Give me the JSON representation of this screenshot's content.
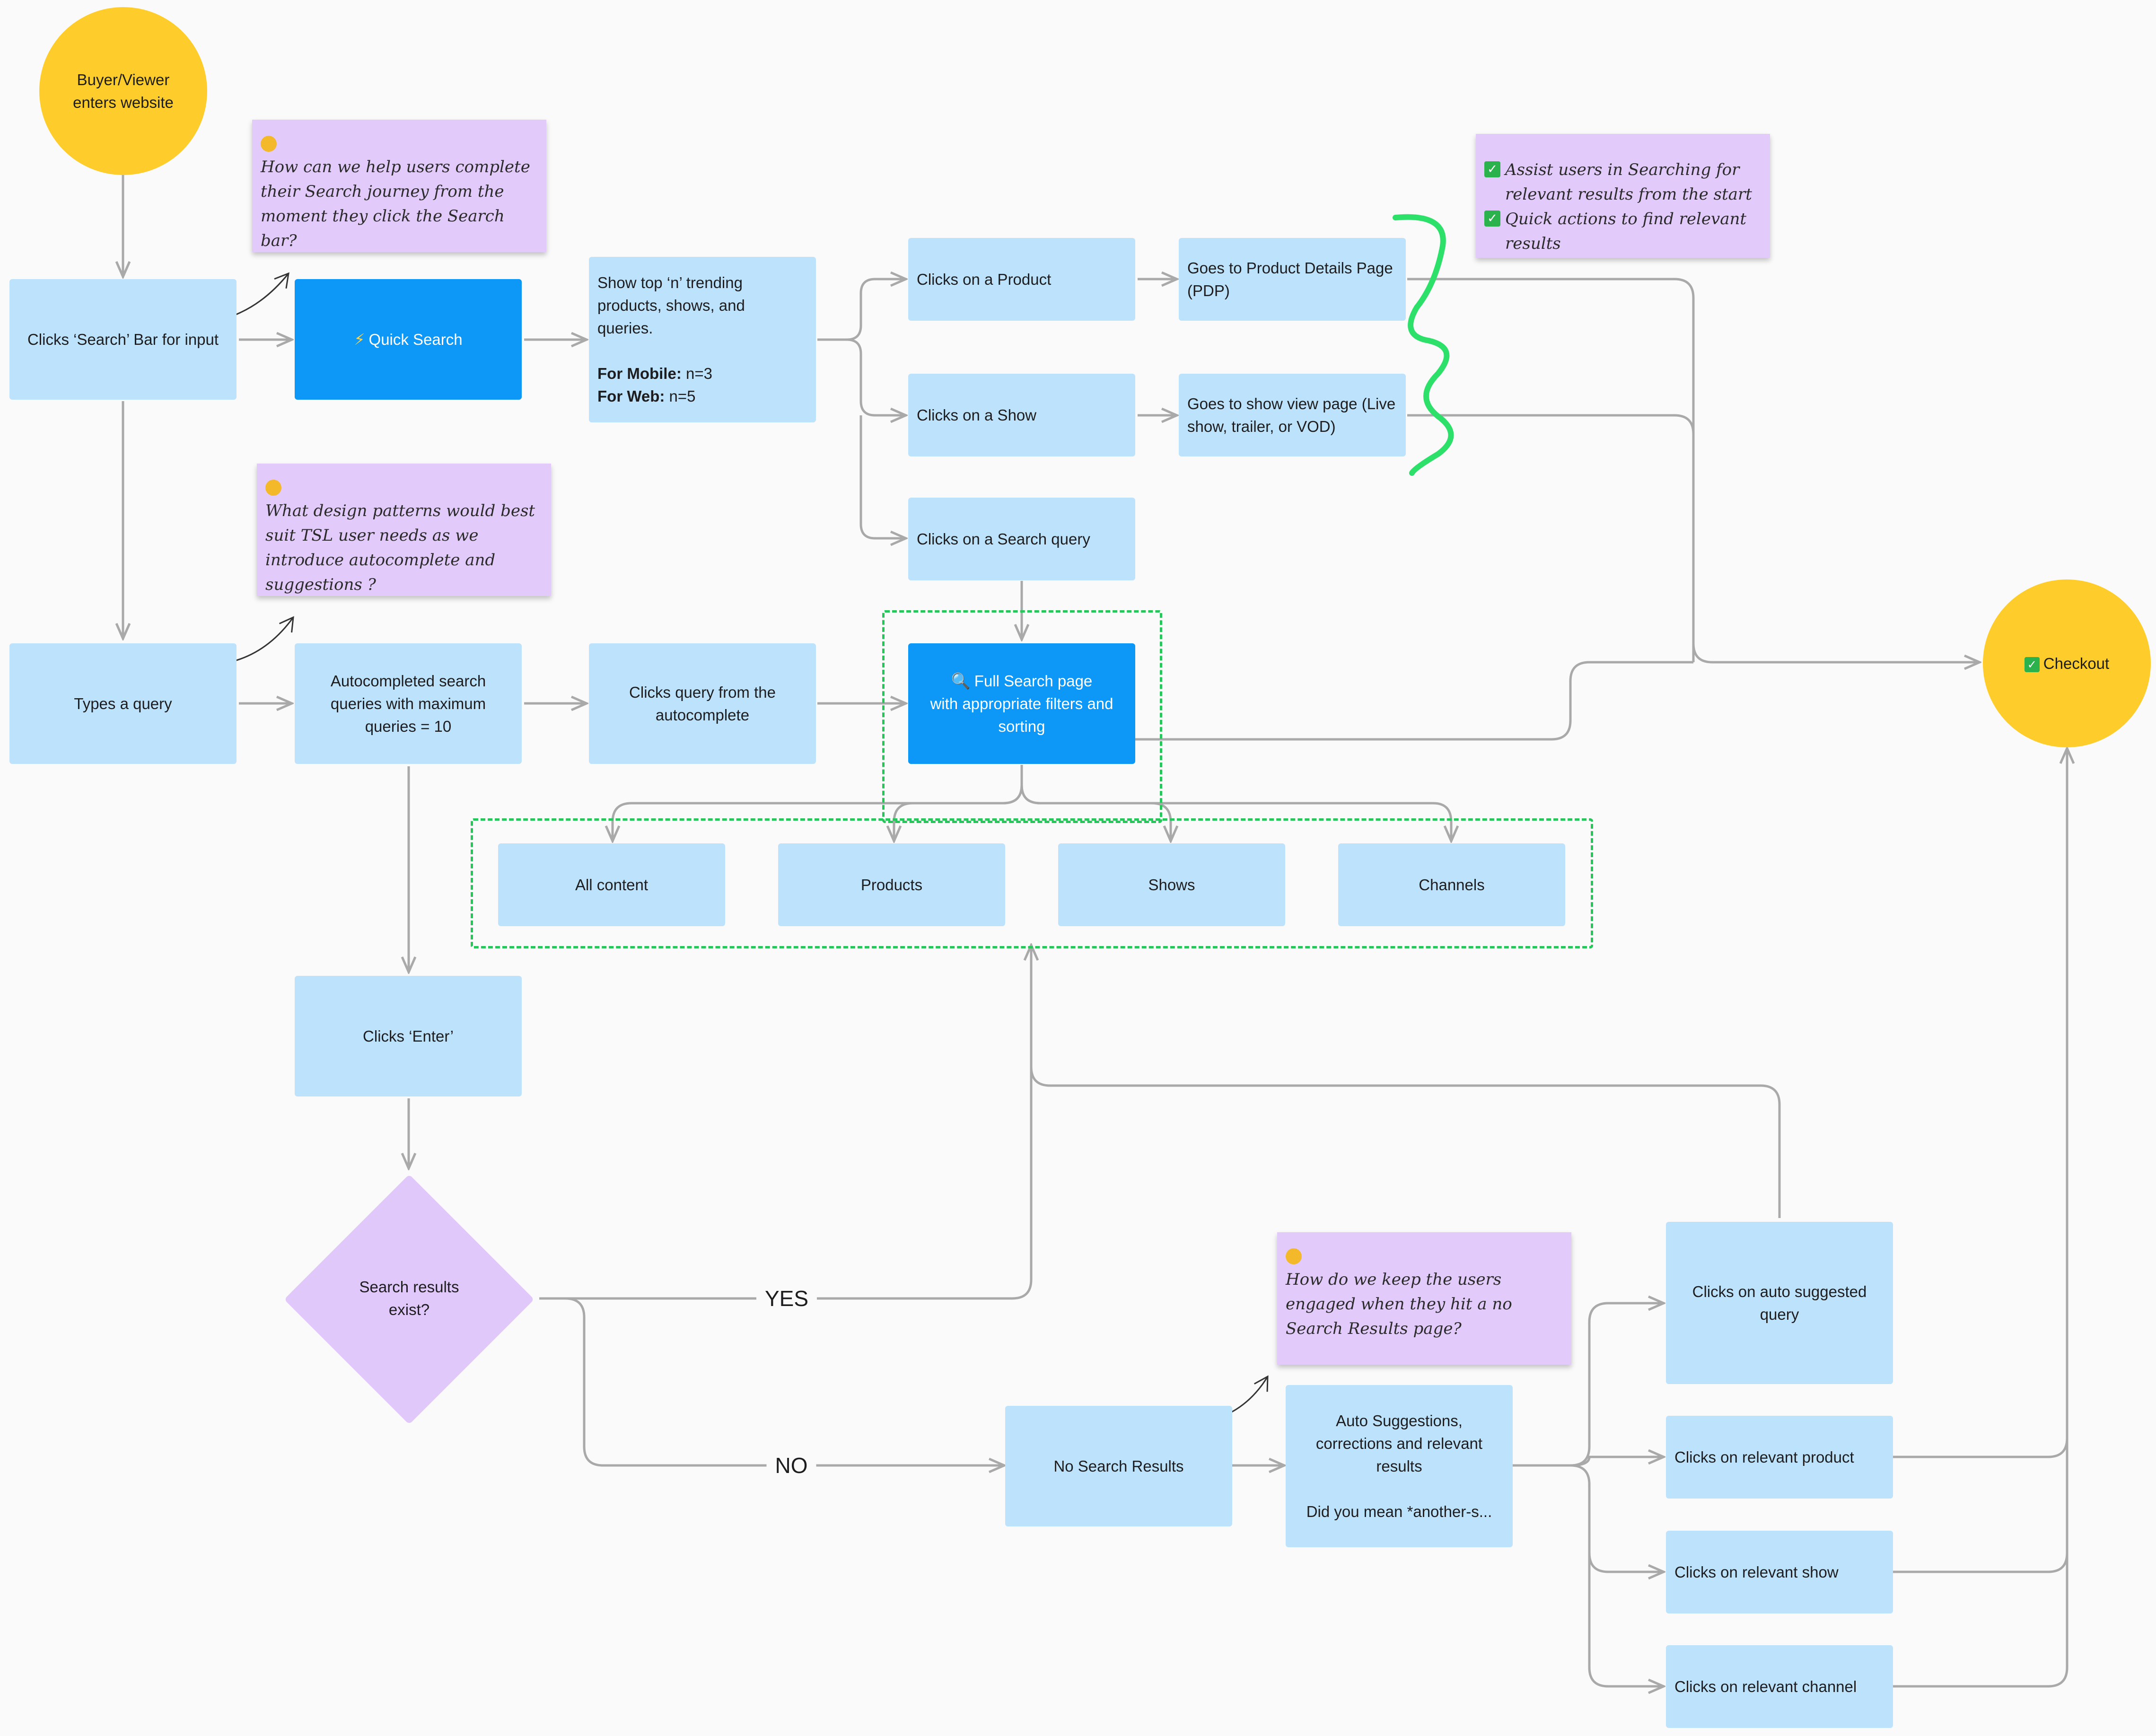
{
  "start": {
    "label": "Buyer/Viewer\nenters website"
  },
  "checkout": {
    "label": "Checkout",
    "icon": "check-mark-icon"
  },
  "nodes": {
    "clicks_search_bar": "Clicks ‘Search’ Bar for input",
    "quick_search": "Quick Search",
    "quick_search_icon": "lightning-icon",
    "trending": {
      "text": "Show top ‘n’ trending\nproducts, shows, and\nqueries.",
      "mobile_label": "For Mobile:",
      "mobile_value": " n=3",
      "web_label": "For Web:",
      "web_value": " n=5"
    },
    "clicks_product": "Clicks on a Product",
    "clicks_show": "Clicks on a Show",
    "clicks_search_query": "Clicks on a Search query",
    "pdp": "Goes to Product Details Page\n(PDP)",
    "show_view": "Goes to show view page (Live\nshow, trailer, or VOD)",
    "types_query": "Types a query",
    "autocompleted": "Autocompleted search\nqueries with maximum\nqueries = 10",
    "clicks_autocomplete": "Clicks query from the\nautocomplete",
    "full_search": "Full Search page\nwith appropriate filters and\nsorting",
    "full_search_icon": "magnifier-icon",
    "tab_all": "All content",
    "tab_products": "Products",
    "tab_shows": "Shows",
    "tab_channels": "Channels",
    "clicks_enter": "Clicks ‘Enter’",
    "decision": "Search results\nexist?",
    "no_results": "No Search Results",
    "auto_suggestions": "Auto Suggestions,\ncorrections and relevant\nresults",
    "did_you_mean": "Did you mean *another-s...",
    "auto_suggested_query": "Clicks on auto suggested\nquery",
    "relevant_product": "Clicks on relevant product",
    "relevant_show": "Clicks on relevant show",
    "relevant_channel": "Clicks on relevant channel"
  },
  "edge_labels": {
    "yes": "YES",
    "no": "NO"
  },
  "stickies": {
    "q1": "How can we help users complete their Search journey from the moment they click the Search bar?",
    "q2": "What design patterns would best suit TSL user needs as we introduce autocomplete and suggestions ?",
    "q3": "How do we keep the users engaged when they hit a no Search Results page?",
    "goal1": "Assist users in Searching for relevant results from the start",
    "goal2": "Quick actions to find relevant results",
    "emoji_icon": "thinking-face-icon"
  },
  "colors": {
    "node": "#bde2fb",
    "node_primary": "#0d97f7",
    "terminal": "#ffcd2b",
    "decision": "#e0c8fa",
    "sticky": "#e2cbfa",
    "connector": "#a9a9a9",
    "dashed_group": "#27c65a",
    "squiggle": "#2de06a"
  }
}
